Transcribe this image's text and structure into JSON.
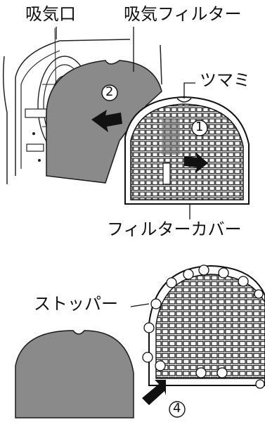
{
  "labels": {
    "intake": "吸気口",
    "intake_filter": "吸気フィルター",
    "knob": "ツマミ",
    "filter_cover": "フィルターカバー",
    "stopper": "ストッパー"
  },
  "steps": {
    "step1": "1",
    "step2": "2",
    "step4": "4"
  },
  "colors": {
    "filter_gray": "#8a8a8a",
    "outline": "#1a1a1a",
    "grid_stroke": "#2a2a2a"
  }
}
